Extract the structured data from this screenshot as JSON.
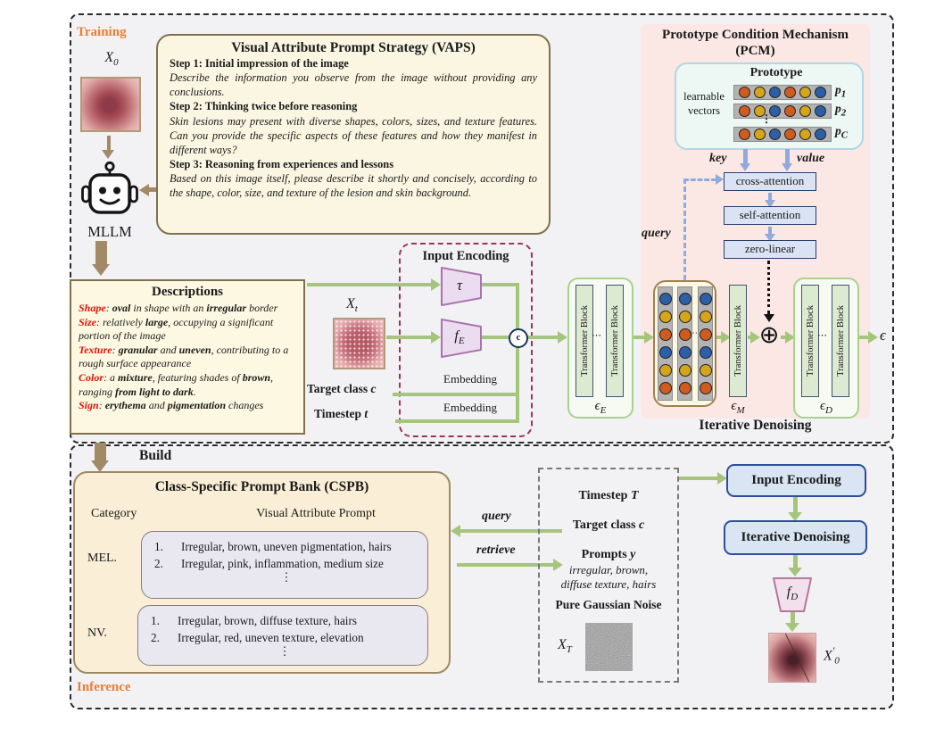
{
  "regions": {
    "training": "Training",
    "inference": "Inference"
  },
  "mllm": {
    "label": "MLLM"
  },
  "vaps": {
    "title": "Visual Attribute Prompt Strategy (VAPS)",
    "steps": [
      {
        "heading": "Step 1: Initial impression of the image",
        "body": "Describe the information you observe from the image without providing any conclusions."
      },
      {
        "heading": "Step 2: Thinking twice before reasoning",
        "body": "Skin lesions may present with diverse shapes, colors, sizes, and texture features. Can you provide the specific aspects of these features and how they manifest in different ways?"
      },
      {
        "heading": "Step 3: Reasoning from experiences and lessons",
        "body": "Based on this image itself, please describe it shortly and concisely, according to the shape, color, size, and texture of the lesion and skin background."
      }
    ]
  },
  "descriptions": {
    "title": "Descriptions",
    "items": [
      {
        "label": "Shape",
        "text": "**oval** in shape with an **irregular** border"
      },
      {
        "label": "Size",
        "text": "relatively **large**, occupying a significant portion of the image"
      },
      {
        "label": "Texture",
        "text": "**granular** and **uneven**, contributing to a rough surface appearance"
      },
      {
        "label": "Color",
        "text": "a **mixture**, featuring shades of **brown**, ranging **from light to dark**."
      },
      {
        "label": "Sign",
        "text": "**erythema** and **pigmentation** changes"
      }
    ]
  },
  "input_encoding": {
    "title": "Input Encoding",
    "embedding": "Embedding"
  },
  "io": {
    "target_class": "Target class ",
    "class_var": "c",
    "timestep": "Timestep ",
    "time_var": "t"
  },
  "math": {
    "x0_base": "X",
    "x0_sub": "0",
    "xt_base": "X",
    "xt_sub": "t",
    "xT_base": "X",
    "xT_sub": "T",
    "x0p_base": "X",
    "x0p_prime": "′",
    "x0p_sub": "0",
    "tau": "τ",
    "f_base": "f",
    "fE_sub": "E",
    "fD_sub": "D",
    "eps": "ϵ",
    "epsE_sub": "E",
    "epsM_sub": "M",
    "epsD_sub": "D",
    "concat": "c"
  },
  "pcm": {
    "title_line1": "Prototype Condition Mechanism",
    "title_line2": "(PCM)",
    "prototype_title": "Prototype",
    "learnable_1": "learnable",
    "learnable_2": "vectors",
    "key": "key",
    "value": "value",
    "query": "query",
    "cross_attention": "cross-attention",
    "self_attention": "self-attention",
    "zero_linear": "zero-linear",
    "p_labels": [
      {
        "base": "p",
        "sub": "1"
      },
      {
        "base": "p",
        "sub": "2"
      },
      {
        "base": "p",
        "sub": "C"
      }
    ],
    "prototype_circle_colors": [
      "#cf5b1e",
      "#d6a51c",
      "#2d5fa6",
      "#cf5b1e",
      "#d6a51c",
      "#2d5fa6"
    ]
  },
  "denoising": {
    "transformer_block": "Transformer Block",
    "iterative_label": "Iterative Denoising",
    "feature_circle_colors": [
      "#2d5fa6",
      "#d6a51c",
      "#cf5b1e",
      "#2d5fa6",
      "#d6a51c",
      "#cf5b1e"
    ]
  },
  "bank": {
    "build": "Build",
    "title": "Class-Specific Prompt Bank (CSPB)",
    "col_category": "Category",
    "col_prompt": "Visual Attribute Prompt",
    "query": "query",
    "retrieve": "retrieve",
    "rows": [
      {
        "category": "MEL.",
        "items": [
          {
            "num": "1.",
            "text": "Irregular, brown, uneven pigmentation, hairs"
          },
          {
            "num": "2.",
            "text": "Irregular, pink, inflammation, medium size"
          }
        ]
      },
      {
        "category": "NV.",
        "items": [
          {
            "num": "1.",
            "text": "Irregular, brown, diffuse texture, hairs"
          },
          {
            "num": "2.",
            "text": "Irregular, red, uneven texture, elevation"
          }
        ]
      }
    ]
  },
  "cond": {
    "timestep": "Timestep ",
    "T": "T",
    "target_class": "Target class ",
    "c": "c",
    "prompts": "Prompts ",
    "y": "y",
    "prompt_line1": "irregular, brown,",
    "prompt_line2": "diffuse texture, hairs",
    "gaussian": "Pure Gaussian Noise"
  },
  "output_path": {
    "input_encoding": "Input Encoding",
    "iterative_denoising": "Iterative Denoising"
  },
  "glyphs": {
    "oplus": "⊕",
    "vdots": "⋮",
    "cdots": "⋯"
  },
  "colors": {
    "green_arrow": "#a6c57c",
    "tan_arrow": "#a28a67",
    "blue_arrow": "#8faadc",
    "accent_orange": "#ed7d31",
    "accent_red": "#e21309",
    "pcm_pink": "#fbe8e5",
    "proto_teal": "#edf7f4",
    "attn_blue_fill": "#dae3f3",
    "blue_box_border": "#2e4d9b",
    "circle_blue": "#2d5fa6",
    "circle_gold": "#d6a51c",
    "circle_orange": "#cf5b1e"
  }
}
